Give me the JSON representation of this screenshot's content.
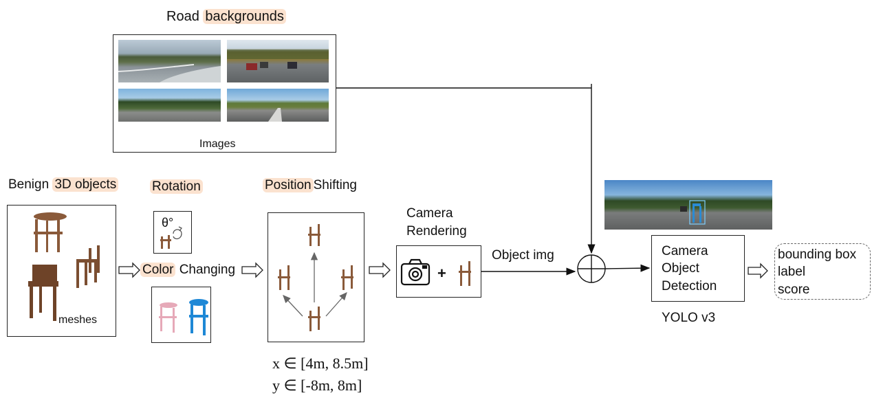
{
  "road_backgrounds": {
    "title_plain": "Road",
    "title_highlight": "backgrounds",
    "caption": "Images"
  },
  "benign_objects": {
    "title_plain": "Benign",
    "title_highlight": "3D objects",
    "caption": "meshes"
  },
  "rotation": {
    "title": "Rotation",
    "symbol": "θ°"
  },
  "color_changing": {
    "title_highlight": "Color",
    "title_plain": "Changing"
  },
  "position_shifting": {
    "title_highlight": "Position",
    "title_plain": "Shifting",
    "x_range": "x  ∈ [4m, 8.5m]",
    "y_range": "y  ∈ [-8m, 8m]"
  },
  "camera_rendering": {
    "title_line1": "Camera",
    "title_line2": "Rendering",
    "plus": "+"
  },
  "object_img_label": "Object img",
  "detector": {
    "line1": "Camera",
    "line2": "Object",
    "line3": "Detection",
    "model": "YOLO v3"
  },
  "outputs": [
    "bounding box",
    "label",
    "score"
  ],
  "colors": {
    "highlight": "#fbe2cf",
    "chair_brown": "#8a5a3a",
    "chair_pink": "#e6a9b8",
    "chair_blue": "#1e88d6",
    "arrow_gray": "#666666"
  }
}
